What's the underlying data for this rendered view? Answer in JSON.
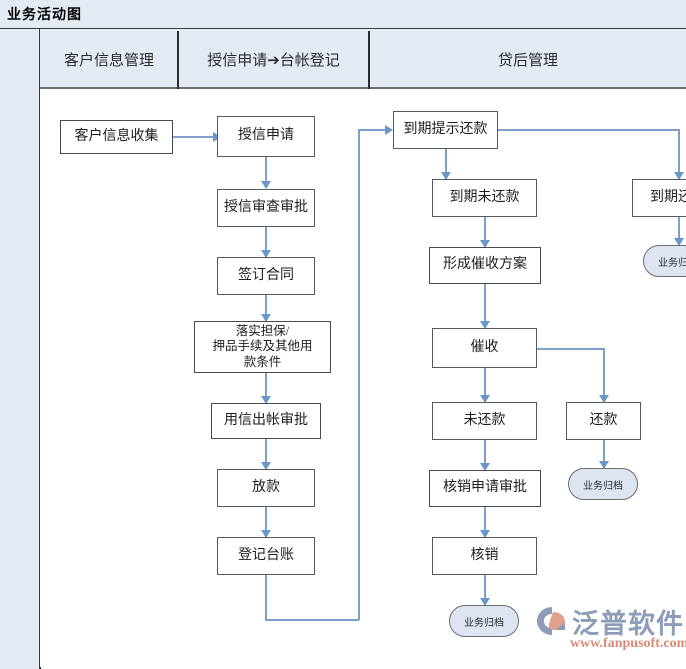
{
  "page": {
    "title": "业务活动图",
    "bg_color": "#ffffff",
    "band_color": "#e4eaf4",
    "line_color": "#7d9fca",
    "arrow_color": "#6b96c8",
    "box_border_color": "#595959",
    "terminator_fill": "#dde4f2"
  },
  "lanes": [
    {
      "id": "lane-customer-info",
      "label": "客户信息管理"
    },
    {
      "id": "lane-credit-apply",
      "label": "授信申请➔台帐登记"
    },
    {
      "id": "lane-post-loan",
      "label": "贷后管理"
    }
  ],
  "nodes": {
    "customer_info_collect": "客户信息收集",
    "credit_apply": "授信申请",
    "credit_review_approve": "授信审查审批",
    "sign_contract": "签订合同",
    "implement_guarantee": "落实担保/\n押品手续及其他用\n款条件",
    "implement_guarantee_l1": "落实担保/",
    "implement_guarantee_l2": "押品手续及其他用",
    "implement_guarantee_l3": "款条件",
    "credit_use_approve": "用信出帐审批",
    "disburse": "放款",
    "register_ledger": "登记台账",
    "due_reminder": "到期提示还款",
    "due_unpaid": "到期未还款",
    "form_collection_plan": "形成催收方案",
    "collection": "催收",
    "unpaid": "未还款",
    "writeoff_apply_approve": "核销申请审批",
    "writeoff": "核销",
    "due_repaid": "到期还款",
    "repaid": "还款",
    "archive_1": "业务归档",
    "archive_2": "业务归档",
    "archive_3": "业务归档"
  },
  "watermark": {
    "brand": "泛普软件",
    "url": "www.fanpusoft.com",
    "brand_color": "#8d9cb8",
    "url_color": "#d98a76",
    "accent_color": "#e1a089"
  }
}
